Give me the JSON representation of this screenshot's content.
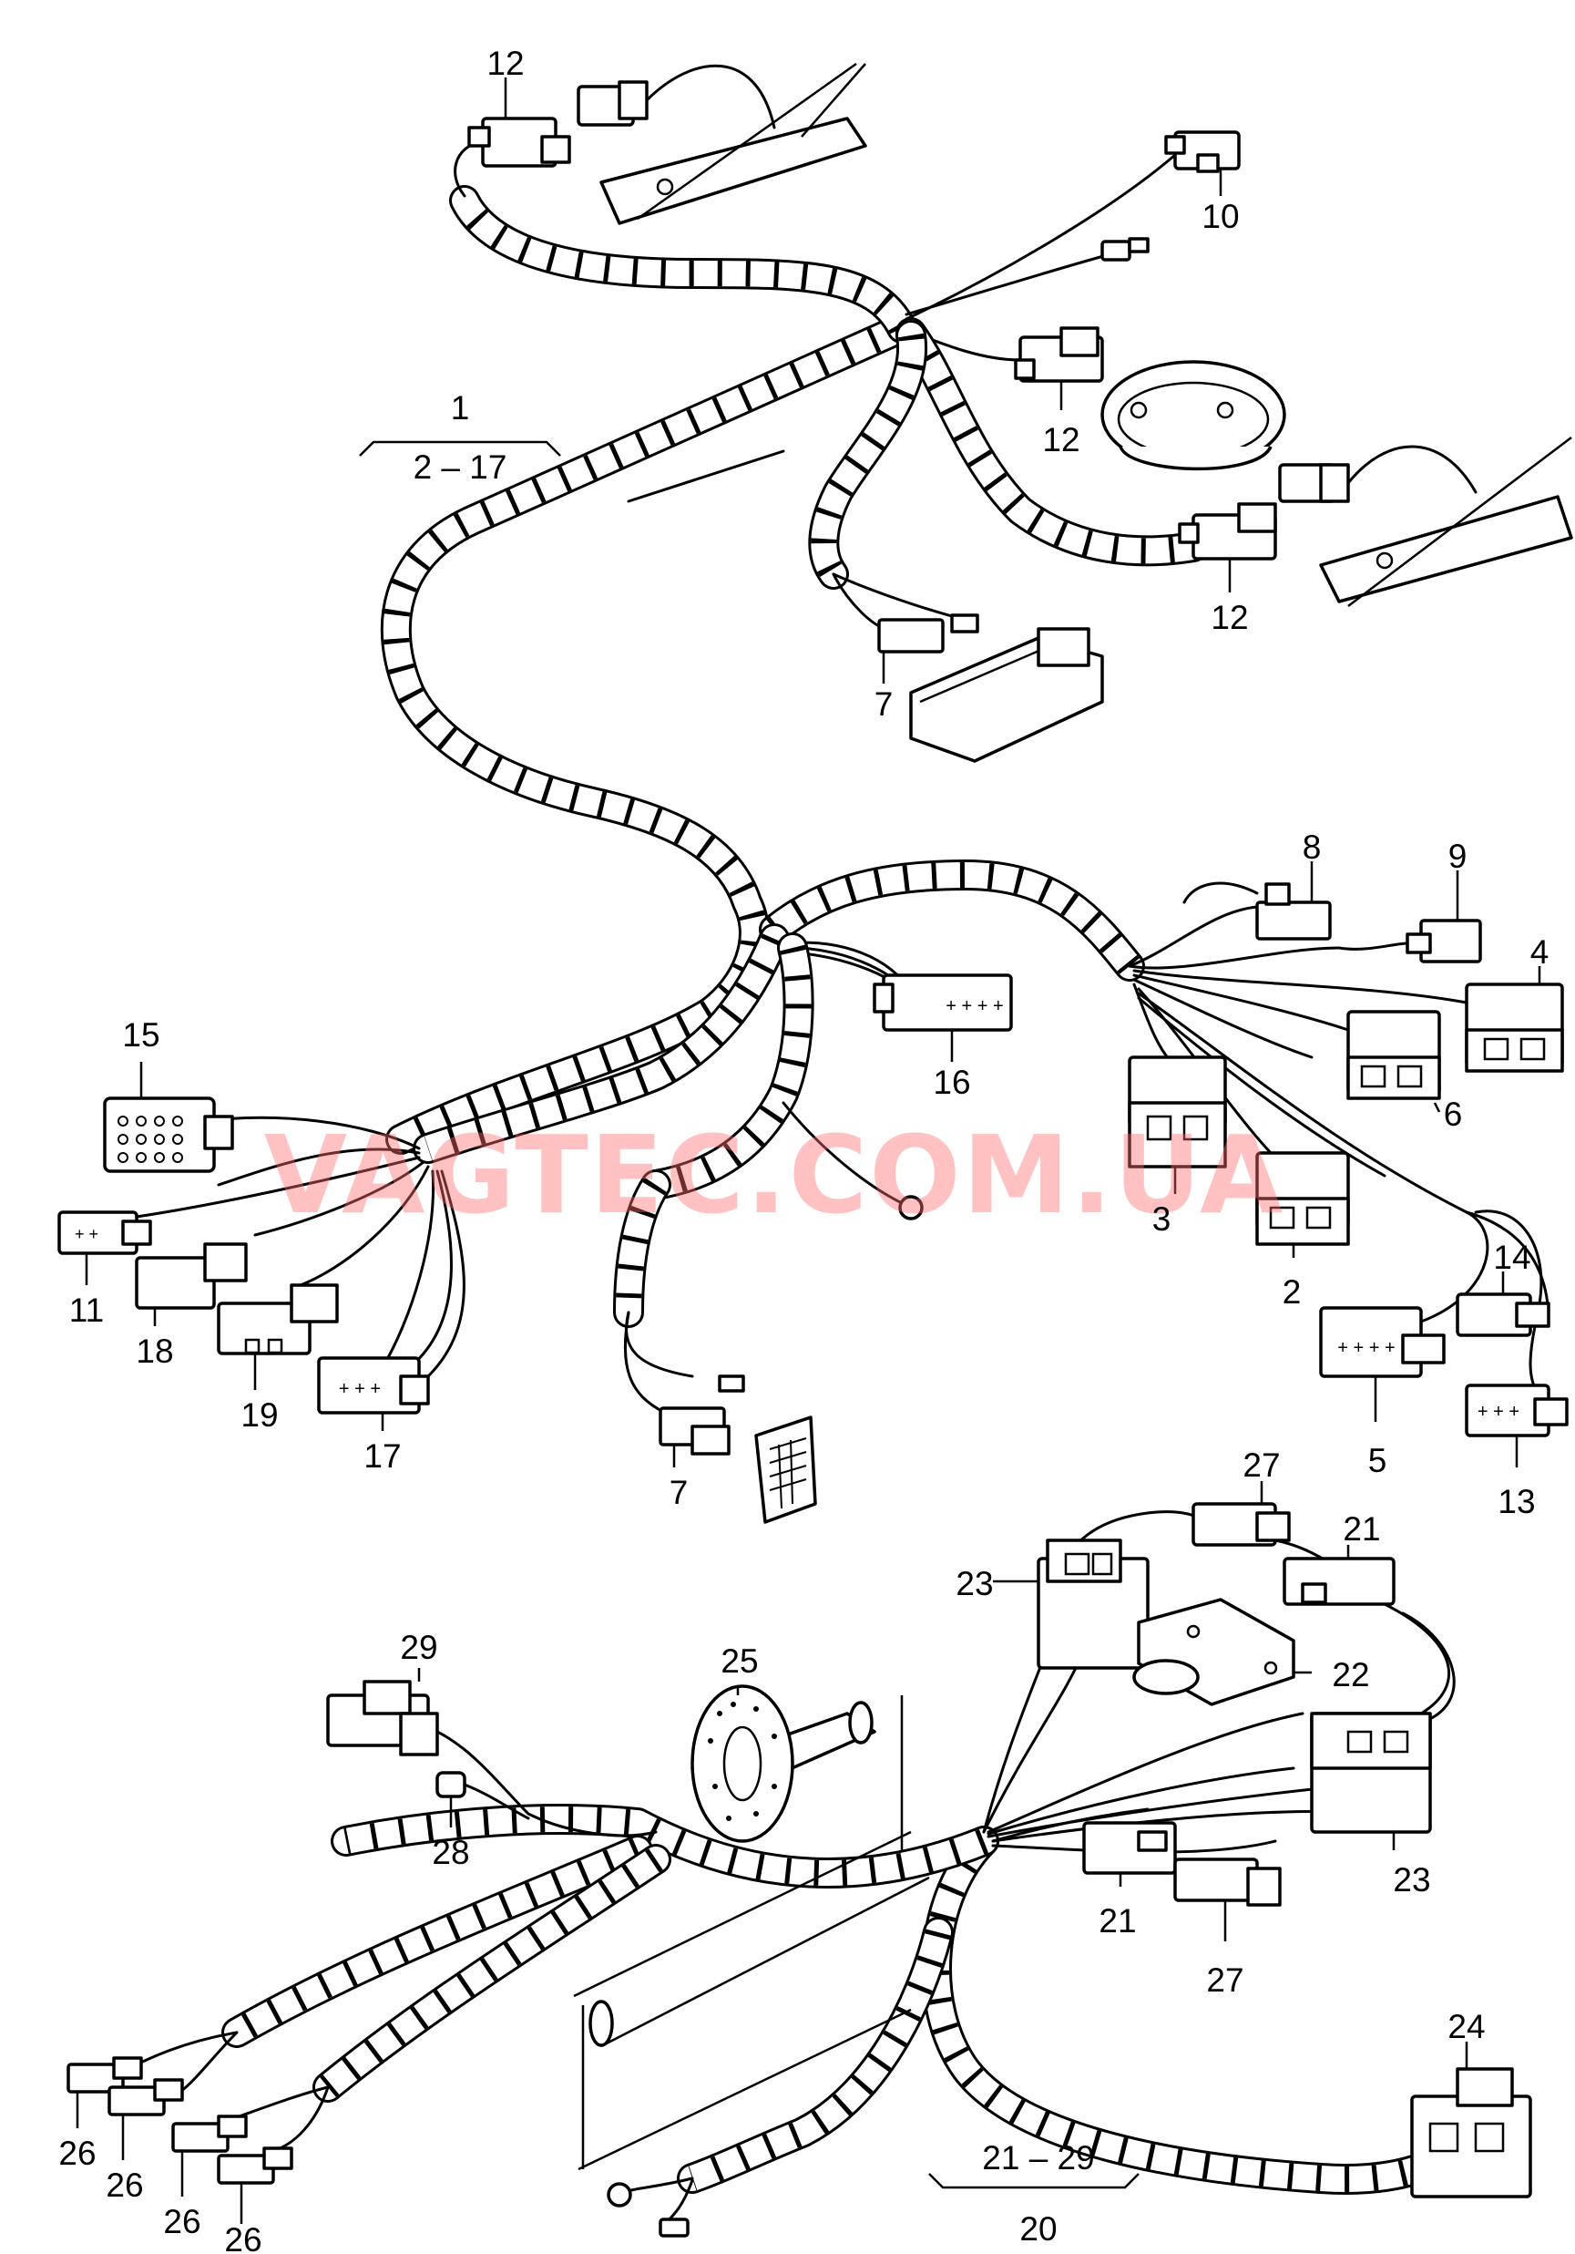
{
  "watermark": "VAGTEC.COM.UA",
  "labels": {
    "l1": "1",
    "l2_17": "2 – 17",
    "l2": "2",
    "l3": "3",
    "l4": "4",
    "l5": "5",
    "l6": "6",
    "l7a": "7",
    "l7b": "7",
    "l8": "8",
    "l9": "9",
    "l10": "10",
    "l11": "11",
    "l12a": "12",
    "l12b": "12",
    "l12c": "12",
    "l13": "13",
    "l14": "14",
    "l15": "15",
    "l16": "16",
    "l17": "17",
    "l18": "18",
    "l19": "19",
    "l20": "20",
    "l21_29": "21 – 29",
    "l21a": "21",
    "l21b": "21",
    "l22": "22",
    "l23a": "23",
    "l23b": "23",
    "l24": "24",
    "l25": "25",
    "l26a": "26",
    "l26b": "26",
    "l26c": "26",
    "l26d": "26",
    "l27a": "27",
    "l27b": "27",
    "l28": "28",
    "l29": "29"
  }
}
